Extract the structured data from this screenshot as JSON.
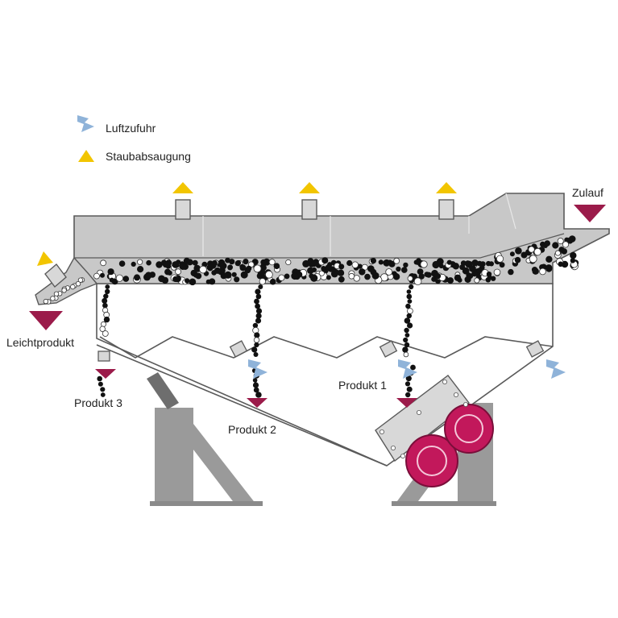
{
  "legend": {
    "air_supply": "Luftzufuhr",
    "dust_extraction": "Staubabsaugung"
  },
  "labels": {
    "feed": "Zulauf",
    "light_product": "Leichtprodukt",
    "product_1": "Produkt 1",
    "product_2": "Produkt 2",
    "product_3": "Produkt 3"
  },
  "colors": {
    "machine_fill": "#c8c8c8",
    "machine_stroke": "#5a5a5a",
    "support": "#9a9a9a",
    "arrow_outlet": "#9b1b4a",
    "arrow_dust": "#f2c500",
    "arrow_air": "#8fb3d9",
    "drive_motor": "#c2185b"
  }
}
